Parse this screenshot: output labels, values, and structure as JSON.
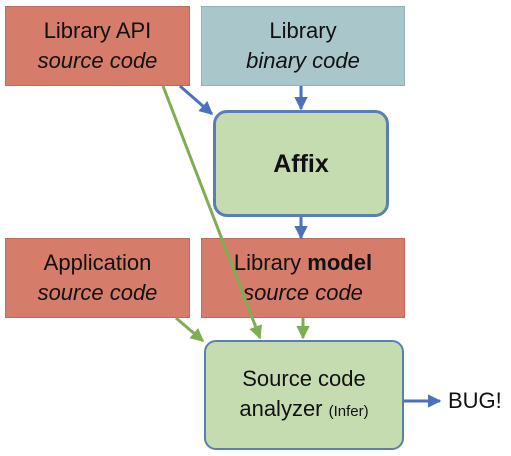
{
  "boxes": {
    "api": {
      "line1": "Library API",
      "line2": "source code"
    },
    "binary": {
      "line1": "Library",
      "line2": "binary code"
    },
    "affix": {
      "label": "Affix"
    },
    "app": {
      "line1": "Application",
      "line2": "source code"
    },
    "model": {
      "line1a": "Library ",
      "line1b": "model",
      "line2": "source code"
    },
    "analyzer": {
      "line1": "Source code",
      "line2a": "analyzer ",
      "line2b": "(Infer)"
    }
  },
  "output": {
    "label": "BUG!"
  },
  "colors": {
    "source_box": "#d67c6b",
    "binary_box": "#a9c6cb",
    "process_box": "#c5dcb0",
    "blue_arrow": "#4a72bc",
    "green_arrow": "#7fae52"
  }
}
